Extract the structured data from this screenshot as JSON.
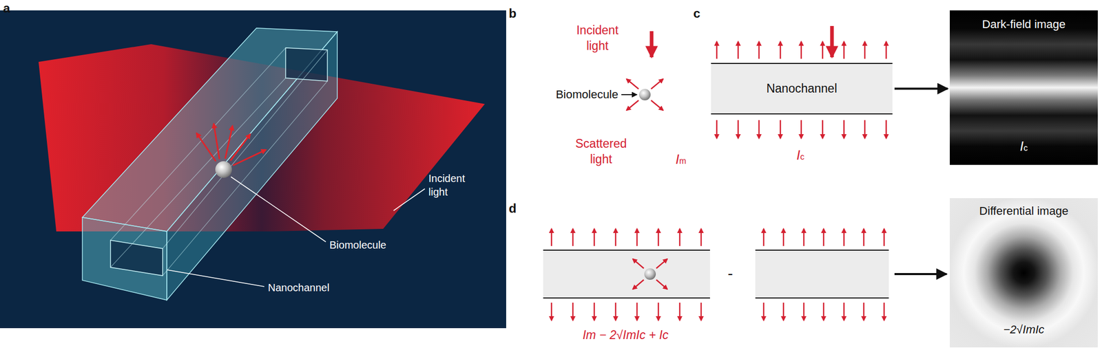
{
  "diagram": {
    "nodes": [
      {
        "text": [
          "Nanochannel"
        ]
      },
      {
        "text": [
          "Dark-field image",
          "Ic"
        ]
      },
      {
        "text": [
          "Differential image",
          "−2√ImIc"
        ]
      }
    ],
    "edges": [
      {
        "from": 0,
        "to": 1,
        "arrow": "to"
      }
    ],
    "labels": [
      "a",
      "Incident light",
      "Biomolecule",
      "Nanochannel",
      "b",
      "Incident light",
      "Biomolecule",
      "Scattered light",
      "Im",
      "c",
      "Ic",
      "d",
      "Im − 2√ImIc + Ic",
      "-"
    ]
  }
}
